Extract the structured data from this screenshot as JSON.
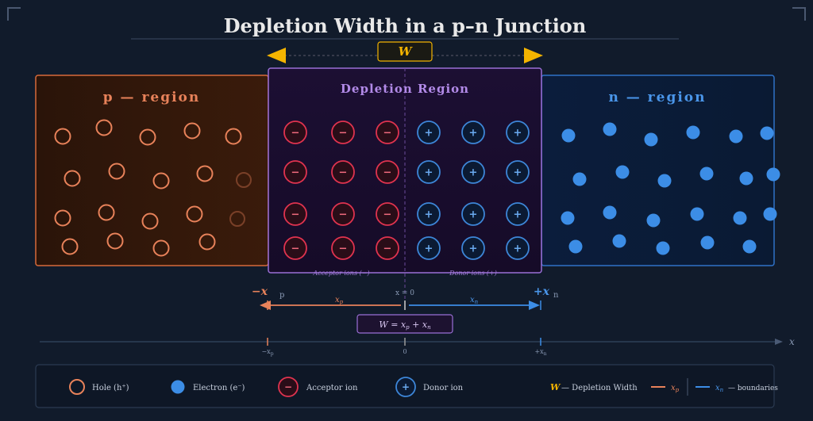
{
  "title": "Depletion Width in a p–n Junction",
  "width_badge": "W",
  "regions": {
    "p": "p — region",
    "depletion": "Depletion Region",
    "n": "n — region"
  },
  "ion_labels": {
    "acceptor": "Acceptor ions (−)",
    "donor": "Donor ions (+)"
  },
  "ion_symbols": {
    "acceptor": "−",
    "donor": "+"
  },
  "dimension": {
    "left_end": "−x",
    "left_sub": "p",
    "right_end": "+x",
    "right_sub": "n",
    "origin": "x = 0",
    "xp": "x",
    "xp_sub": "p",
    "xn": "x",
    "xn_sub": "n",
    "formula": "W = x",
    "formula_p": "p",
    "formula_mid": " + x",
    "formula_n": "n"
  },
  "axis": {
    "label": "x",
    "ticks": [
      {
        "main": "−x",
        "sub": "p"
      },
      {
        "main": "0",
        "sub": ""
      },
      {
        "main": "+x",
        "sub": "n"
      }
    ]
  },
  "legend": {
    "hole": "Hole (h⁺)",
    "electron": "Electron (e⁻)",
    "acceptor": "Acceptor ion",
    "donor": "Donor ion",
    "w_symbol": "W",
    "w_text": "— Depletion Width",
    "xp": "x",
    "xp_sub": "p",
    "xn": "x",
    "xn_sub": "n",
    "boundaries": "— boundaries"
  },
  "colors": {
    "background": "#111b2b",
    "p_region": "#e8825a",
    "n_region": "#3c8de6",
    "depletion_border": "#9a6fd6",
    "acceptor": "#e0334f",
    "donor": "#3d86d8",
    "width_accent": "#f4b400",
    "title": "#e9e9e9"
  },
  "icons": [
    "hole-icon",
    "electron-icon",
    "acceptor-ion-icon",
    "donor-ion-icon",
    "arrow-left-icon",
    "arrow-right-icon"
  ]
}
